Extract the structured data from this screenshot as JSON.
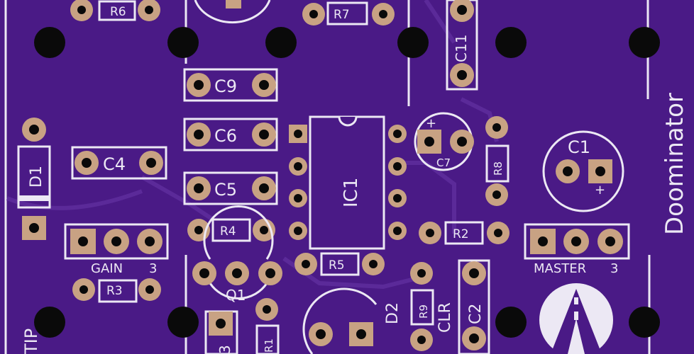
{
  "colors": {
    "board": "#4a1a86",
    "trace": "#5b2a99",
    "silk": "#ece8f4",
    "pad": "#c8a283",
    "hole": "#0a0a0a"
  },
  "refs": {
    "r6": "R6",
    "r7": "R7",
    "c11": "C11",
    "c9": "C9",
    "c6": "C6",
    "c4": "C4",
    "c5": "C5",
    "d1": "D1",
    "ic1": "IC1",
    "c7": "C7",
    "r8": "R8",
    "c1": "C1",
    "r4": "R4",
    "r2": "R2",
    "r5": "R5",
    "r3": "R3",
    "q1": "Q1",
    "d2": "D2",
    "r9": "R9",
    "c2": "C2",
    "r1": "R1",
    "frag_3": "3",
    "frag_tip": "TIP"
  },
  "labels": {
    "brand": "Doominator",
    "gain": "GAIN",
    "gain_num": "3",
    "master": "MASTER",
    "master_num": "3",
    "clr": "CLR",
    "plus_c7": "+",
    "plus_c1": "+"
  },
  "icons": {
    "logo": "road-logo-icon"
  }
}
